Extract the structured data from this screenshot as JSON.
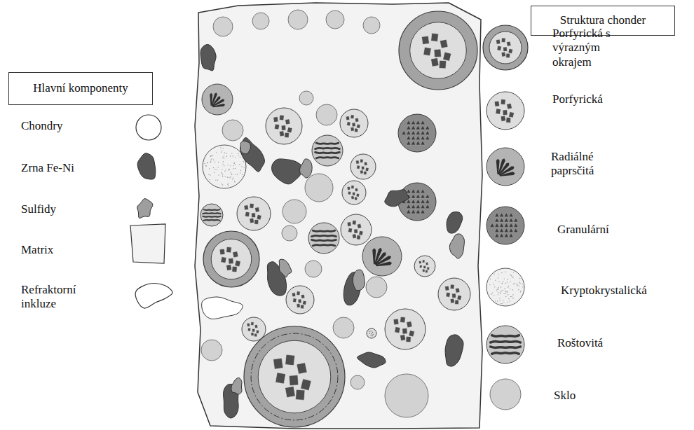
{
  "diagram": {
    "nodes": [
      {
        "text": [
          "Hlavní komponenty"
        ]
      },
      {
        "text": [
          "Struktura chonder"
        ]
      }
    ],
    "legend": [
      {
        "text": "Chondry"
      },
      {
        "text": "Zrna Fe-Ni"
      },
      {
        "text": "Sulfidy"
      },
      {
        "text": "Matrix"
      },
      {
        "text": "Refraktorní inkluze"
      },
      {
        "text": "Porfyrická s výrazným okrajem"
      },
      {
        "text": "Porfyrická"
      },
      {
        "text": "Radiálné paprsčitá"
      },
      {
        "text": "Granulární"
      },
      {
        "text": "Kryptokrystalická"
      },
      {
        "text": "Roštovitá"
      },
      {
        "text": "Sklo"
      }
    ]
  }
}
